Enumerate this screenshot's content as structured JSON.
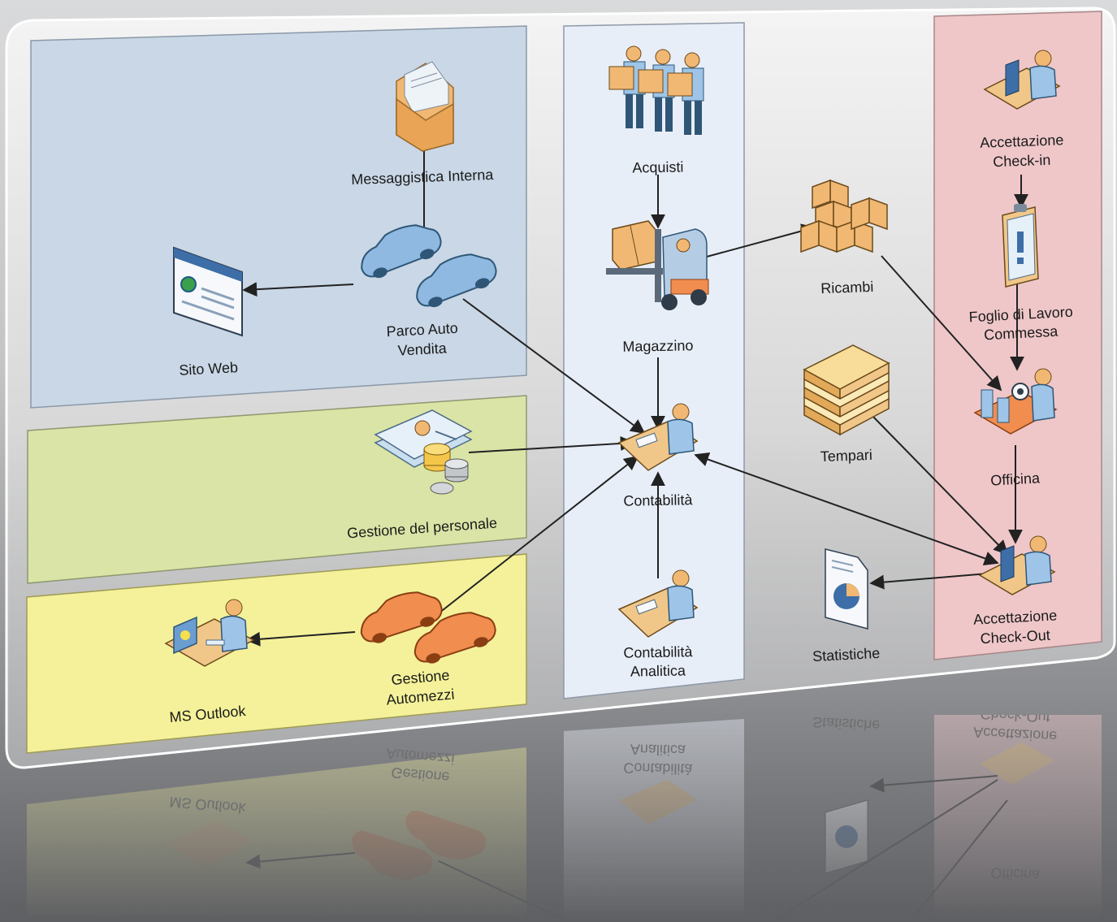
{
  "colors": {
    "panel_blue": "#c9d7e6",
    "panel_green": "#d9e4a6",
    "panel_yellow": "#f4f19a",
    "panel_column": "#e8eef8",
    "panel_pink": "#efc7c9",
    "car_blue": "#8fb9e0",
    "car_orange": "#f08d4f",
    "arrow": "#222222"
  },
  "nodes": {
    "messaggistica": {
      "label": "Messaggistica Interna",
      "icon": "mail-envelope-icon"
    },
    "sito_web": {
      "label": "Sito Web",
      "icon": "web-page-icon"
    },
    "parco_auto": {
      "label1": "Parco Auto",
      "label2": "Vendita",
      "icon": "blue-cars-icon"
    },
    "personale": {
      "label": "Gestione del personale",
      "icon": "personnel-documents-coins-icon"
    },
    "ms_outlook": {
      "label": "MS Outlook",
      "icon": "person-at-desk-icon"
    },
    "automezzi": {
      "label1": "Gestione",
      "label2": "Automezzi",
      "icon": "orange-cars-icon"
    },
    "acquisti": {
      "label": "Acquisti",
      "icon": "people-carrying-boxes-icon"
    },
    "magazzino": {
      "label": "Magazzino",
      "icon": "forklift-icon"
    },
    "contabilita": {
      "label": "Contabilità",
      "icon": "accountant-desk-icon"
    },
    "contabilita_analitica": {
      "label1": "Contabilità",
      "label2": "Analitica",
      "icon": "accountant-desk-icon"
    },
    "ricambi": {
      "label": "Ricambi",
      "icon": "stacked-boxes-icon"
    },
    "tempari": {
      "label": "Tempari",
      "icon": "book-stack-icon"
    },
    "statistiche": {
      "label": "Statistiche",
      "icon": "report-pie-chart-icon"
    },
    "checkin": {
      "label1": "Accettazione",
      "label2": "Check-in",
      "icon": "reception-desk-icon"
    },
    "foglio": {
      "label1": "Foglio di Lavoro",
      "label2": "Commessa",
      "icon": "clipboard-icon"
    },
    "officina": {
      "label": "Officina",
      "icon": "workshop-icon"
    },
    "checkout": {
      "label1": "Accettazione",
      "label2": "Check-Out",
      "icon": "reception-desk-icon"
    }
  }
}
